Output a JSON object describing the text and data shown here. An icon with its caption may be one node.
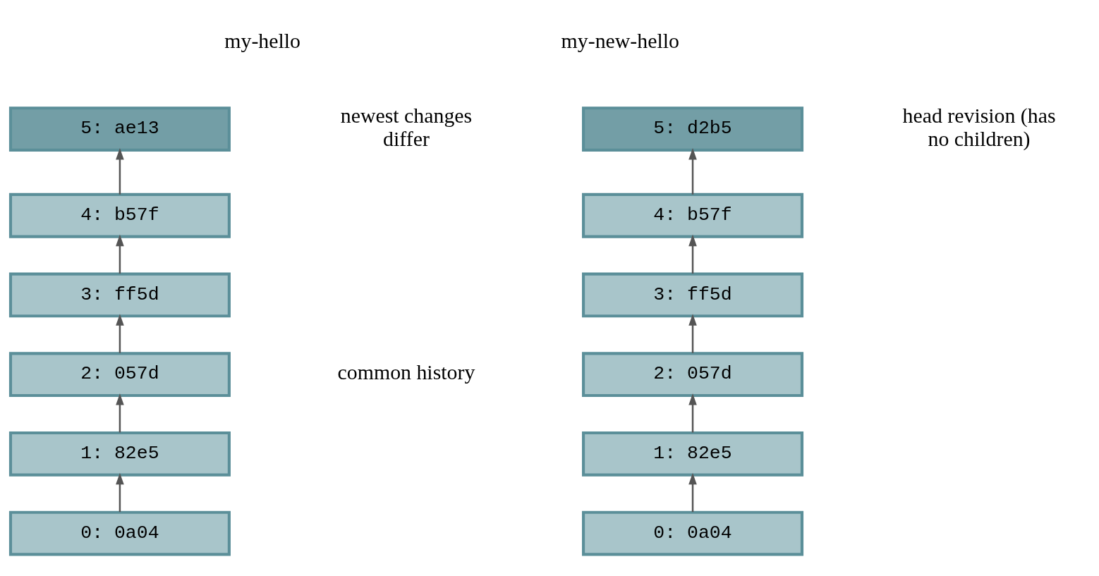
{
  "diagram": {
    "nodes": [
      {
        "text": [
          "5: ae13"
        ]
      },
      {
        "text": [
          "4: b57f"
        ]
      },
      {
        "text": [
          "3: ff5d"
        ]
      },
      {
        "text": [
          "2: 057d"
        ]
      },
      {
        "text": [
          "1: 82e5"
        ]
      },
      {
        "text": [
          "0: 0a04"
        ]
      },
      {
        "text": [
          "5: d2b5"
        ]
      },
      {
        "text": [
          "4: b57f"
        ]
      },
      {
        "text": [
          "3: ff5d"
        ]
      },
      {
        "text": [
          "2: 057d"
        ]
      },
      {
        "text": [
          "1: 82e5"
        ]
      },
      {
        "text": [
          "0: 0a04"
        ]
      }
    ],
    "edges": [
      {
        "from": 5,
        "to": 4,
        "arrow": "to"
      },
      {
        "from": 4,
        "to": 3,
        "arrow": "to"
      },
      {
        "from": 3,
        "to": 2,
        "arrow": "to"
      },
      {
        "from": 2,
        "to": 1,
        "arrow": "to"
      },
      {
        "from": 1,
        "to": 0,
        "arrow": "to"
      },
      {
        "from": 11,
        "to": 10,
        "arrow": "to"
      },
      {
        "from": 10,
        "to": 9,
        "arrow": "to"
      },
      {
        "from": 9,
        "to": 8,
        "arrow": "to"
      },
      {
        "from": 8,
        "to": 7,
        "arrow": "to"
      },
      {
        "from": 7,
        "to": 6,
        "arrow": "to"
      }
    ],
    "labels": [
      "my-hello",
      "my-new-hello",
      "newest changes differ",
      "head revision (has no children)",
      "common history"
    ]
  }
}
